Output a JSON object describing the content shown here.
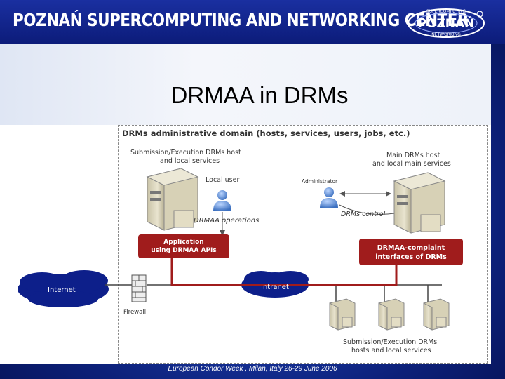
{
  "header": {
    "title": "POZNAŃ SUPERCOMPUTING AND NETWORKING CENTER"
  },
  "logo": {
    "top_text": "SUPERCOMPUTING",
    "main_text": "POZNAŃ",
    "bottom_text": "NETWORKING"
  },
  "slide": {
    "title": "DRMAA in DRMs"
  },
  "diagram": {
    "domain_label": "DRMs administrative domain (hosts, services, users, jobs, etc.)",
    "submission_host_label_1": "Submission/Execution DRMs host",
    "submission_host_label_2": "and local services",
    "main_host_label_1": "Main DRMs host",
    "main_host_label_2": "and local main services",
    "local_user_label": "Local user",
    "administrator_label": "Administrator",
    "drmaa_operations_label": "DRMAA operations",
    "drms_control_label": "DRMs control",
    "application_box_1": "Application",
    "application_box_2": "using DRMAA APIs",
    "compliant_box_1": "DRMAA-complaint",
    "compliant_box_2": "interfaces of DRMs",
    "internet_label": "Internet",
    "intranet_label": "Intranet",
    "firewall_label": "Firewall",
    "bottom_hosts_label_1": "Submission/Execution DRMs",
    "bottom_hosts_label_2": "hosts and local services"
  },
  "colors": {
    "accent_red": "#a01c1c",
    "header_blue": "#1a2fa0",
    "cloud_blue": "#0d1f8a"
  },
  "footer": {
    "text": "European Condor Week , Milan, Italy 26-29 June 2006"
  }
}
